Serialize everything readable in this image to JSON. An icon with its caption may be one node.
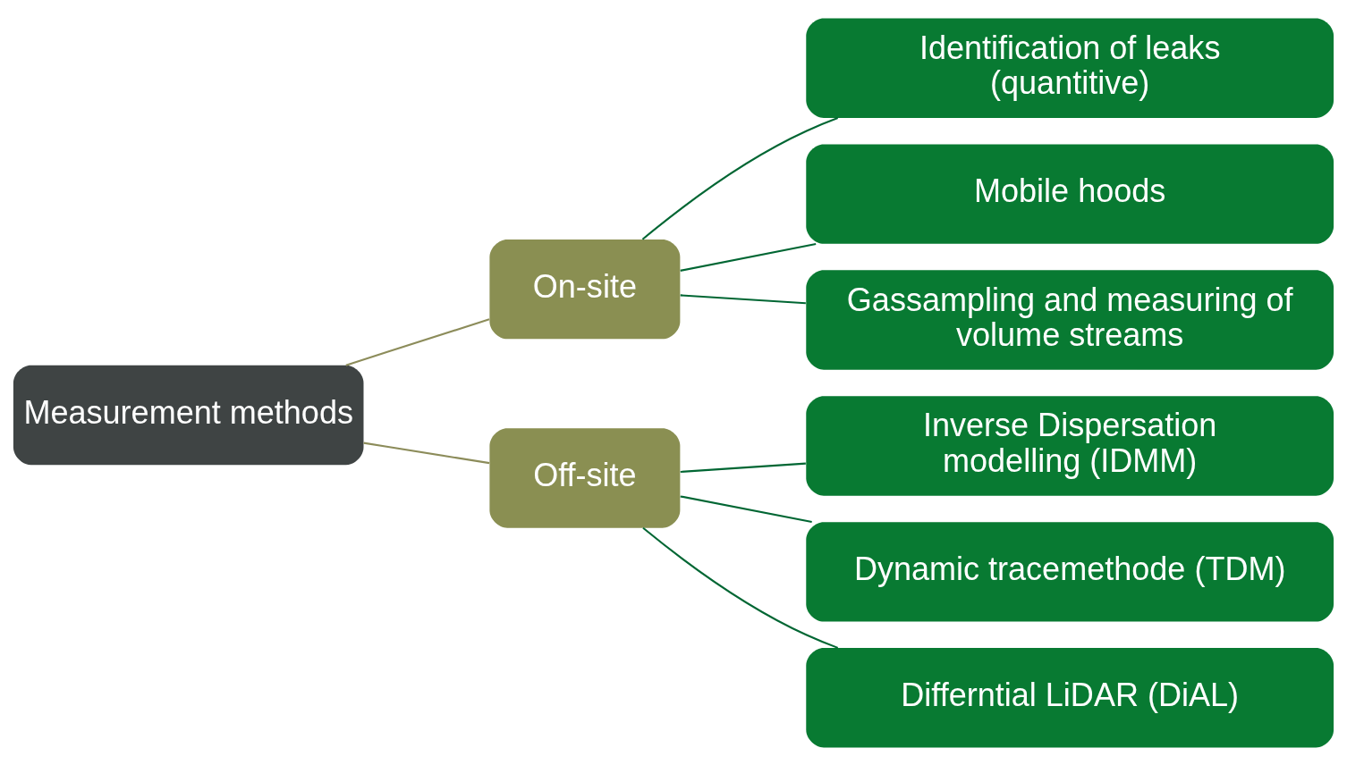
{
  "diagram": {
    "nodes": [
      {
        "text": [
          "Measurement methods"
        ]
      },
      {
        "text": [
          "On-site"
        ]
      },
      {
        "text": [
          "Off-site"
        ]
      },
      {
        "text": [
          "Identification of leaks (quantitive)"
        ]
      },
      {
        "text": [
          "Mobile hoods"
        ]
      },
      {
        "text": [
          "Gassampling and measuring of volume streams"
        ]
      },
      {
        "text": [
          "Inverse Dispersation modelling (IDMM)"
        ]
      },
      {
        "text": [
          "Dynamic tracemethode (TDM)"
        ]
      },
      {
        "text": [
          "Differntial LiDAR (DiAL)"
        ]
      }
    ],
    "edges": [
      {
        "from": 0,
        "to": 1,
        "arrow": "none",
        "color": "#8c8c5a"
      },
      {
        "from": 0,
        "to": 2,
        "arrow": "none",
        "color": "#8c8c5a"
      },
      {
        "from": 1,
        "to": 3,
        "arrow": "none"
      },
      {
        "from": 1,
        "to": 4,
        "arrow": "none"
      },
      {
        "from": 1,
        "to": 5,
        "arrow": "none"
      },
      {
        "from": 2,
        "to": 6,
        "arrow": "none"
      },
      {
        "from": 2,
        "to": 7,
        "arrow": "none"
      },
      {
        "from": 2,
        "to": 8,
        "arrow": "none"
      }
    ]
  }
}
